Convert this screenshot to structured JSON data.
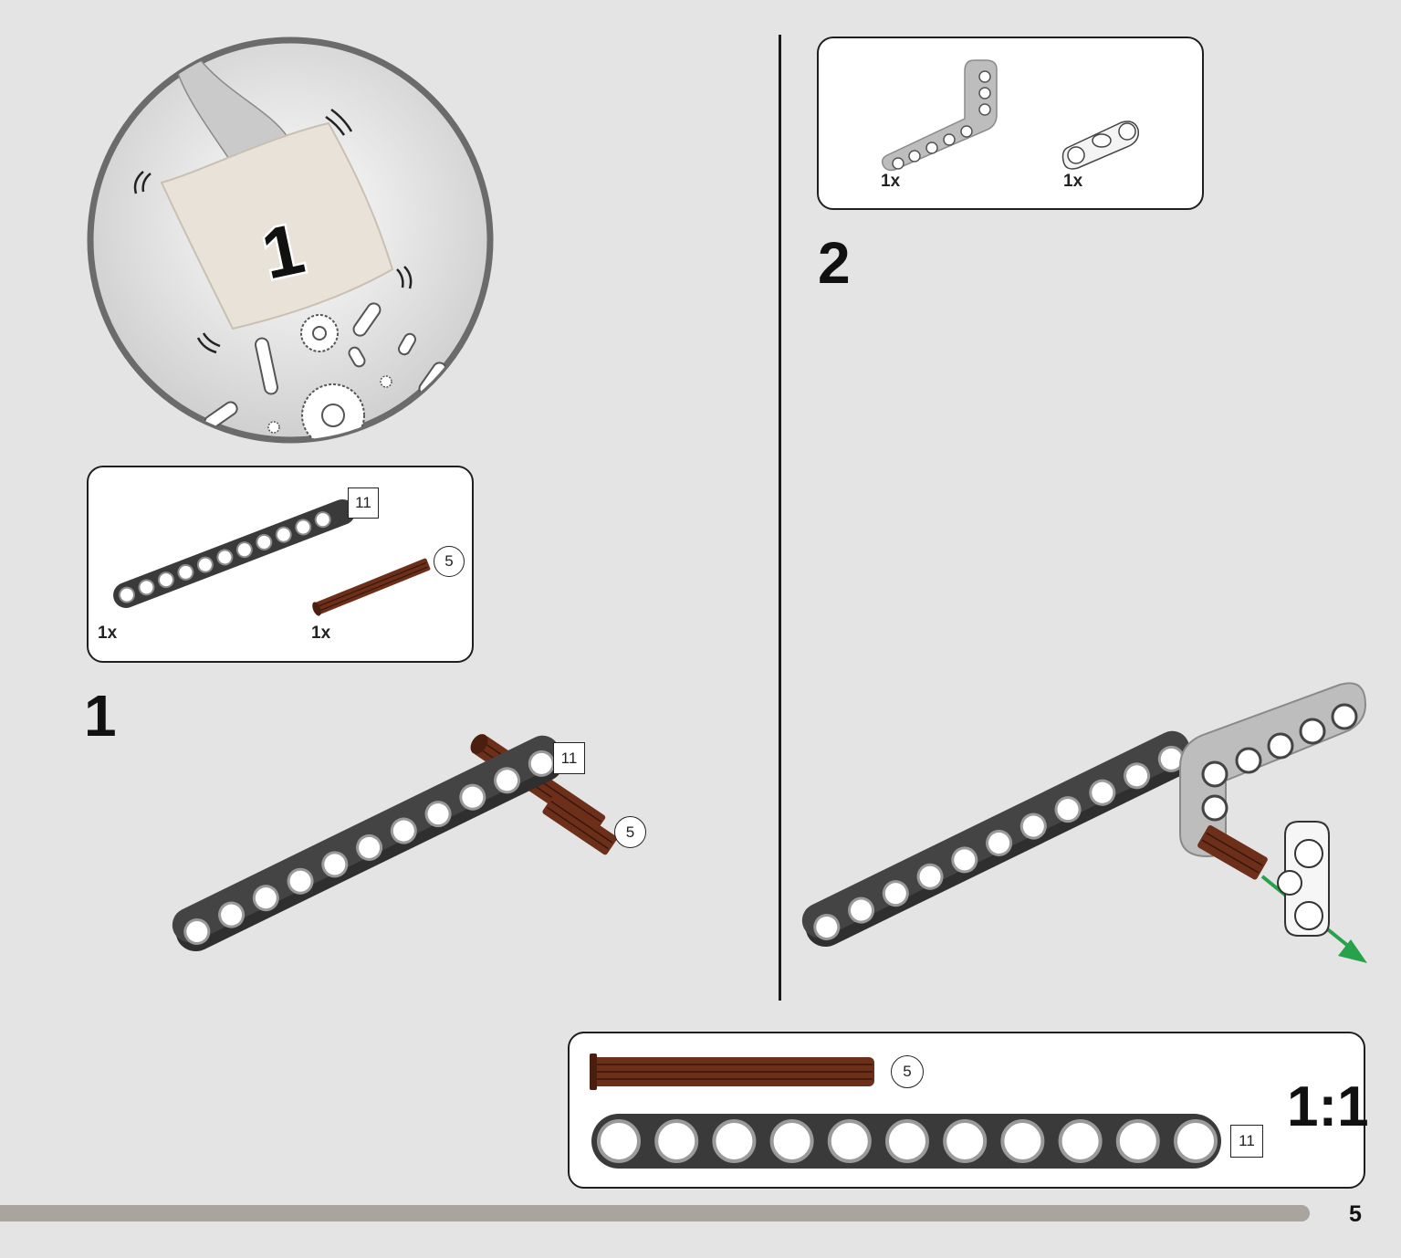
{
  "bag_callout": {
    "bag_number": "1"
  },
  "step1": {
    "number": "1",
    "parts": [
      {
        "qty": "1x",
        "name": "beam",
        "length": "11"
      },
      {
        "qty": "1x",
        "name": "axle",
        "length": "5"
      }
    ],
    "assembly_labels": {
      "beam_length": "11",
      "axle_length": "5"
    }
  },
  "step2": {
    "number": "2",
    "parts": [
      {
        "qty": "1x",
        "name": "l-beam"
      },
      {
        "qty": "1x",
        "name": "connector"
      }
    ]
  },
  "scale_box": {
    "axle_length": "5",
    "beam_length": "11",
    "ratio": "1:1",
    "beam_holes": 11
  },
  "footer": {
    "page_number": "5"
  },
  "colors": {
    "background": "#e4e4e4",
    "beam_dark": "#3a3a3a",
    "axle_brown": "#6b2f1a",
    "light_gray_part": "#bdbdbd",
    "arrow_green": "#27a24a",
    "footer_bar": "#aaa49e"
  }
}
